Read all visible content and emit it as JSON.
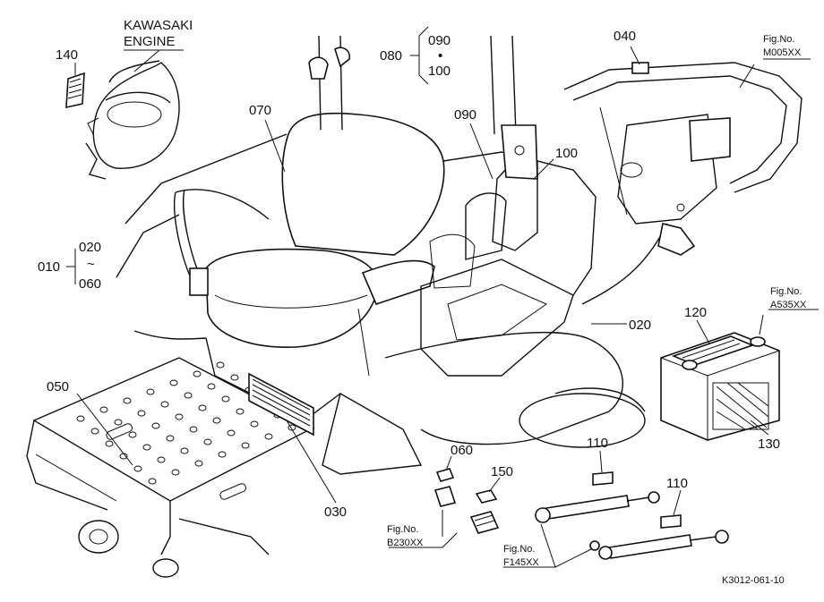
{
  "diagram": {
    "engine_label": [
      "KAWASAKI",
      "ENGINE"
    ],
    "figure_refs": {
      "m005": [
        "Fig.No.",
        "M005XX"
      ],
      "a535": [
        "Fig.No.",
        "A535XX"
      ],
      "b230": [
        "Fig.No.",
        "B230XX"
      ],
      "f145": [
        "Fig.No.",
        "F145XX"
      ]
    },
    "callouts": {
      "p140": "140",
      "p070": "070",
      "p080": "080",
      "p090_top": "090",
      "p090_dot": "•",
      "p100_top": "100",
      "p040": "040",
      "p090": "090",
      "p100": "100",
      "p010": "010",
      "p020a": "020",
      "p010_tilde": "~",
      "p060a": "060",
      "p020b": "020",
      "p120": "120",
      "p130": "130",
      "p050": "050",
      "p030": "030",
      "p060b": "060",
      "p150": "150",
      "p110a": "110",
      "p110b": "110"
    },
    "diagram_code": "K3012-061-10"
  }
}
